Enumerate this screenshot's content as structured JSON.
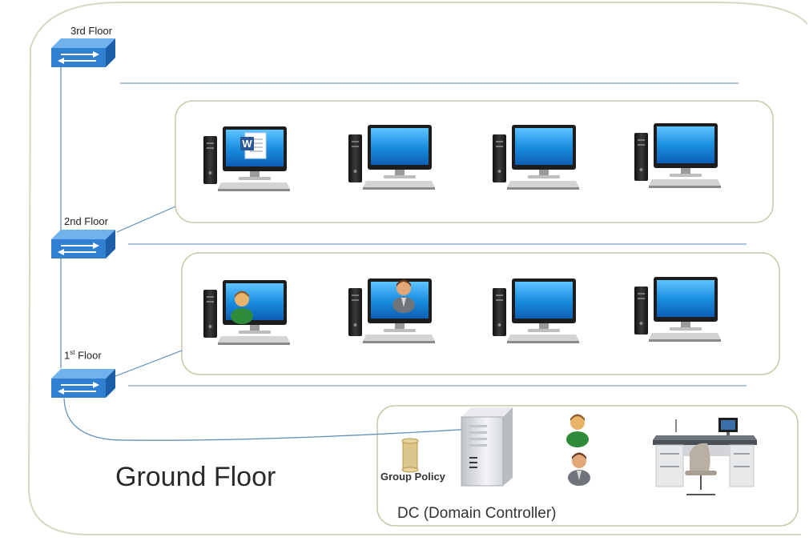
{
  "floors": {
    "third": {
      "label": "3rd Floor"
    },
    "second": {
      "label": "2nd Floor"
    },
    "first": {
      "label_base": "1",
      "label_sup": "st",
      "label_rest": " Floor"
    },
    "ground": {
      "label": "Ground Floor"
    }
  },
  "dc": {
    "group_policy_label": "Group Policy",
    "label": "DC (Domain Controller)"
  },
  "second_floor_computers": [
    {
      "screen": "word-document-icon"
    },
    {
      "screen": "blank"
    },
    {
      "screen": "blank"
    },
    {
      "screen": "blank"
    }
  ],
  "first_floor_computers": [
    {
      "screen": "green-user-icon"
    },
    {
      "screen": "grey-user-icon"
    },
    {
      "screen": "blank"
    },
    {
      "screen": "blank"
    }
  ],
  "colors": {
    "switch_blue": "#2f80d1",
    "link_line": "#5a8ab8",
    "floor_box_border": "#c9c9a8",
    "outer_border": "#d8d8c0",
    "screen_blue": "#1a8fe0"
  }
}
